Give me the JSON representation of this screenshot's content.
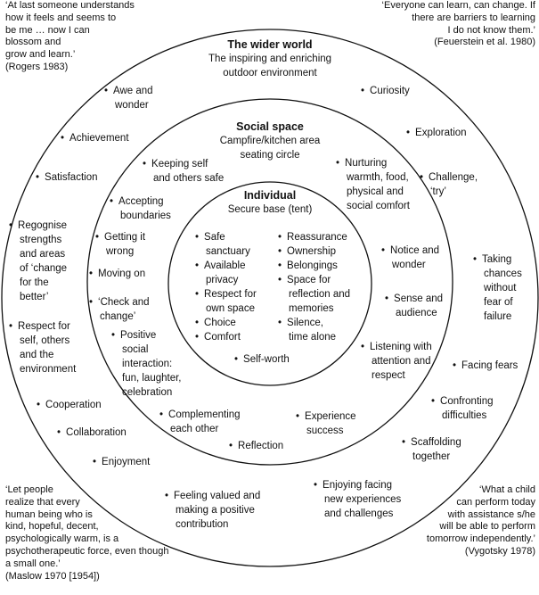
{
  "quotes": {
    "top_left": [
      "‘At last someone understands",
      "how it feels and seems to",
      "be me … now I can",
      "blossom and",
      "grow and learn.’",
      "(Rogers 1983)"
    ],
    "top_right": [
      "‘Everyone can learn, can change. If",
      "there are barriers to learning",
      "I do not know them.’",
      "(Feuerstein et al. 1980)"
    ],
    "bottom_left": [
      "‘Let people",
      "realize that every",
      "human being who is",
      "kind, hopeful, decent,",
      "psychologically warm, is a",
      "psychotherapeutic force, even though",
      "a small one.’",
      "(Maslow 1970 [1954])"
    ],
    "bottom_right": [
      "‘What a child",
      "can perform today",
      "with assistance s/he",
      "will be able to perform",
      "tomorrow independently.’",
      "(Vygotsky 1978)"
    ]
  },
  "outer": {
    "title": "The wider world",
    "subtitle": [
      "The inspiring and enriching",
      "outdoor environment"
    ],
    "items": {
      "awe": [
        "Awe and",
        "wonder"
      ],
      "achievement": [
        "Achievement"
      ],
      "satisfaction": [
        "Satisfaction"
      ],
      "regognise": [
        "Regognise",
        "strengths",
        "and areas",
        "of ‘change",
        "for the",
        "better’"
      ],
      "respect_self": [
        "Respect for",
        "self, others",
        "and the",
        "environment"
      ],
      "cooperation": [
        "Cooperation"
      ],
      "collaboration": [
        "Collaboration"
      ],
      "enjoyment": [
        "Enjoyment"
      ],
      "feeling_valued": [
        "Feeling valued and",
        "making a positive",
        "contribution"
      ],
      "enjoying_facing": [
        "Enjoying facing",
        "new experiences",
        "and challenges"
      ],
      "curiosity": [
        "Curiosity"
      ],
      "exploration": [
        "Exploration"
      ],
      "challenge": [
        "Challenge,",
        "‘try’"
      ],
      "taking_chances": [
        "Taking",
        "chances",
        "without",
        "fear of",
        "failure"
      ],
      "facing_fears": [
        "Facing fears"
      ],
      "confronting": [
        "Confronting",
        "difficulties"
      ],
      "scaffolding": [
        "Scaffolding",
        "together"
      ]
    }
  },
  "middle": {
    "title": "Social space",
    "subtitle": [
      "Campfire/kitchen area",
      "seating circle"
    ],
    "items": {
      "keeping_safe": [
        "Keeping self",
        "and others safe"
      ],
      "accepting": [
        "Accepting",
        "boundaries"
      ],
      "getting_wrong": [
        "Getting it",
        "wrong"
      ],
      "moving_on": [
        "Moving on"
      ],
      "check_change": [
        "‘Check and",
        "change’"
      ],
      "positive_social": [
        "Positive",
        "social",
        "interaction:",
        "fun, laughter,",
        "celebration"
      ],
      "complementing": [
        "Complementing",
        "each other"
      ],
      "reflection": [
        "Reflection"
      ],
      "experience_success": [
        "Experience",
        "success"
      ],
      "listening": [
        "Listening with",
        "attention and",
        "respect"
      ],
      "sense_audience": [
        "Sense and",
        "audience"
      ],
      "notice_wonder": [
        "Notice and",
        "wonder"
      ],
      "nurturing": [
        "Nurturing",
        "warmth, food,",
        "physical and",
        "social comfort"
      ]
    }
  },
  "inner": {
    "title": "Individual",
    "subtitle": "Secure base (tent)",
    "left_items": [
      [
        "Safe",
        "sanctuary"
      ],
      [
        "Available",
        "privacy"
      ],
      [
        "Respect for",
        "own space"
      ],
      [
        "Choice"
      ],
      [
        "Comfort"
      ]
    ],
    "right_items": [
      [
        "Reassurance"
      ],
      [
        "Ownership"
      ],
      [
        "Belongings"
      ],
      [
        "Space for",
        "reflection and",
        "memories"
      ],
      [
        "Silence,",
        "time alone"
      ]
    ],
    "bottom_item": [
      "Self-worth"
    ]
  }
}
